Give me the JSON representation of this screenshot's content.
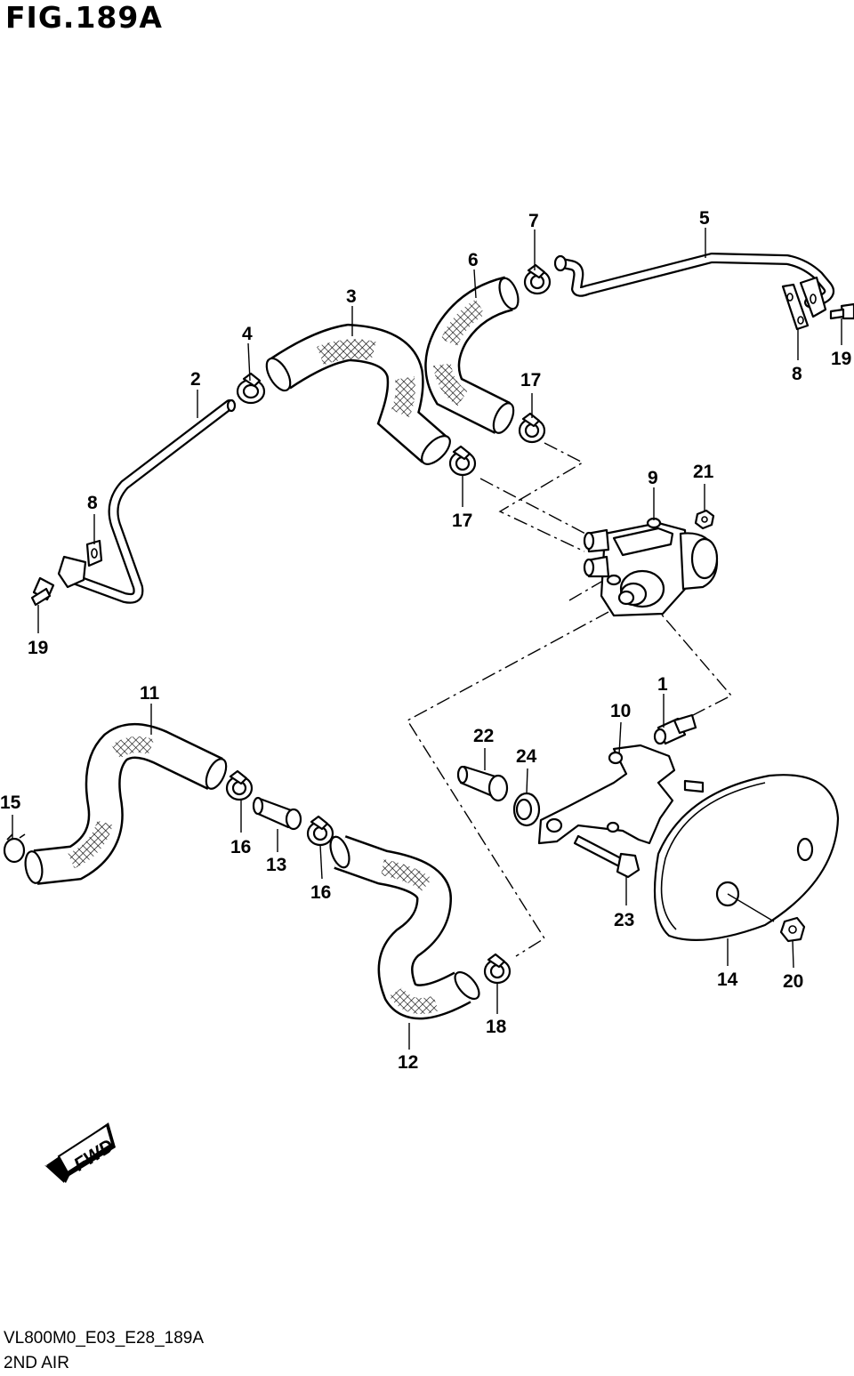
{
  "figure": {
    "title": "FIG.189A",
    "code": "VL800M0_E03_E28_189A",
    "name": "2ND AIR"
  },
  "badge": {
    "text": "FWD"
  },
  "callouts": {
    "p1": "1",
    "p2": "2",
    "p3": "3",
    "p4": "4",
    "p5": "5",
    "p6": "6",
    "p7": "7",
    "p8a": "8",
    "p8b": "8",
    "p9": "9",
    "p10": "10",
    "p11": "11",
    "p12": "12",
    "p13": "13",
    "p14": "14",
    "p15": "15",
    "p16a": "16",
    "p16b": "16",
    "p17a": "17",
    "p17b": "17",
    "p18": "18",
    "p19a": "19",
    "p19b": "19",
    "p20": "20",
    "p21": "21",
    "p22": "22",
    "p23": "23",
    "p24": "24"
  }
}
